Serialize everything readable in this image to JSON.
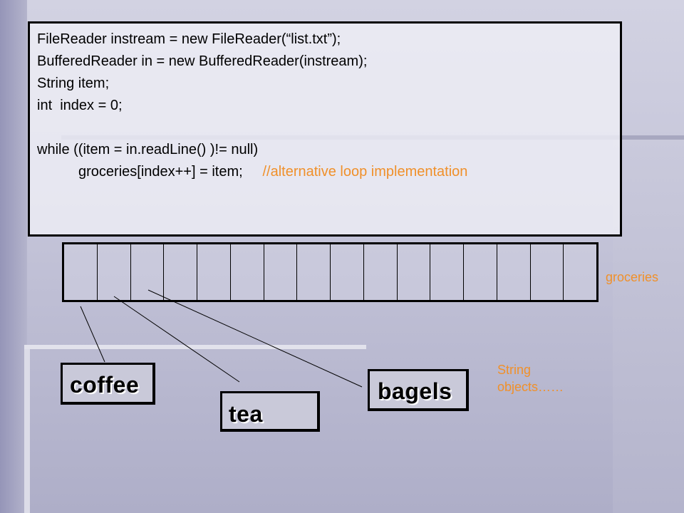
{
  "code": {
    "line1": "FileReader instream = new FileReader(“list.txt”);",
    "line2": "BufferedReader in = new BufferedReader(instream);",
    "line3": "String item;",
    "line4": "int  index = 0;",
    "line5": "while ((item = in.readLine() )!= null)",
    "line6": "groceries[index++] = item;",
    "line6_comment": "//alternative loop implementation"
  },
  "array": {
    "label": "groceries",
    "cell_count": 16
  },
  "strings": {
    "coffee": "coffee",
    "tea": "tea",
    "bagels": "bagels",
    "label_line1": "String",
    "label_line2": "objects……"
  },
  "colors": {
    "comment": "#f0902a",
    "border": "#000000",
    "background": "#c3c3d8"
  }
}
